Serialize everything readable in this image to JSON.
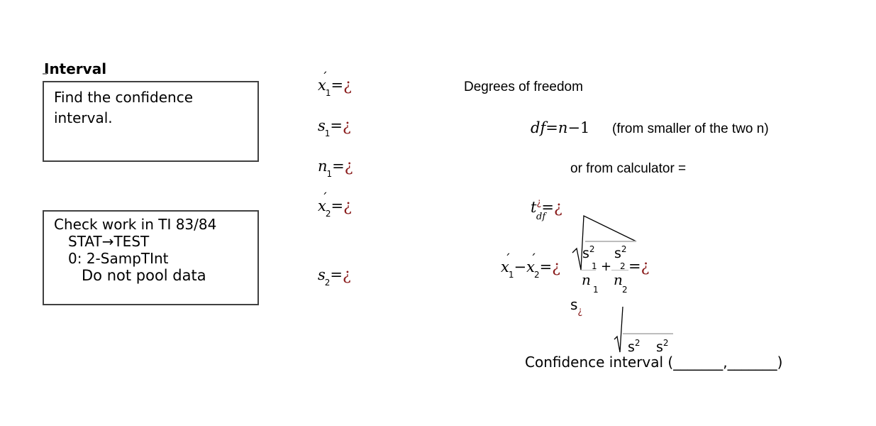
{
  "title": "Interval",
  "box1": {
    "line1": "Find the confidence",
    "line2": "interval."
  },
  "box2": {
    "line1": "Check work in TI 83/84",
    "line2": "STAT→TEST",
    "line3": "0: 2-SampTInt",
    "line4": "Do not pool data"
  },
  "vars": {
    "x1": "x",
    "x1_sub": "1",
    "s1": "s",
    "s1_sub": "1",
    "n1": "n",
    "n1_sub": "1",
    "x2": "x",
    "x2_sub": "2",
    "s2": "s",
    "s2_sub": "2",
    "eq": "=",
    "q": "¿"
  },
  "right": {
    "dof_label": "Degrees of freedom",
    "df": "df",
    "eq": "=",
    "n": "n",
    "minus": "−",
    "one": "1",
    "smaller_note": "(from smaller of the two n)",
    "calc_note": "or from calculator =",
    "t": "t",
    "t_sup": "¿",
    "t_sub": "df",
    "x1": "x",
    "x2": "x",
    "sub1": "1",
    "sub2": "2",
    "s": "s",
    "sq": "2",
    "n1": "n",
    "n2": "n",
    "plus": "+",
    "q": "¿",
    "s_sub_q": "¿",
    "ci_label": "Confidence interval (",
    "ci_blank1": "_______",
    "ci_comma": ",",
    "ci_blank2": "_______",
    "ci_close": ")"
  }
}
